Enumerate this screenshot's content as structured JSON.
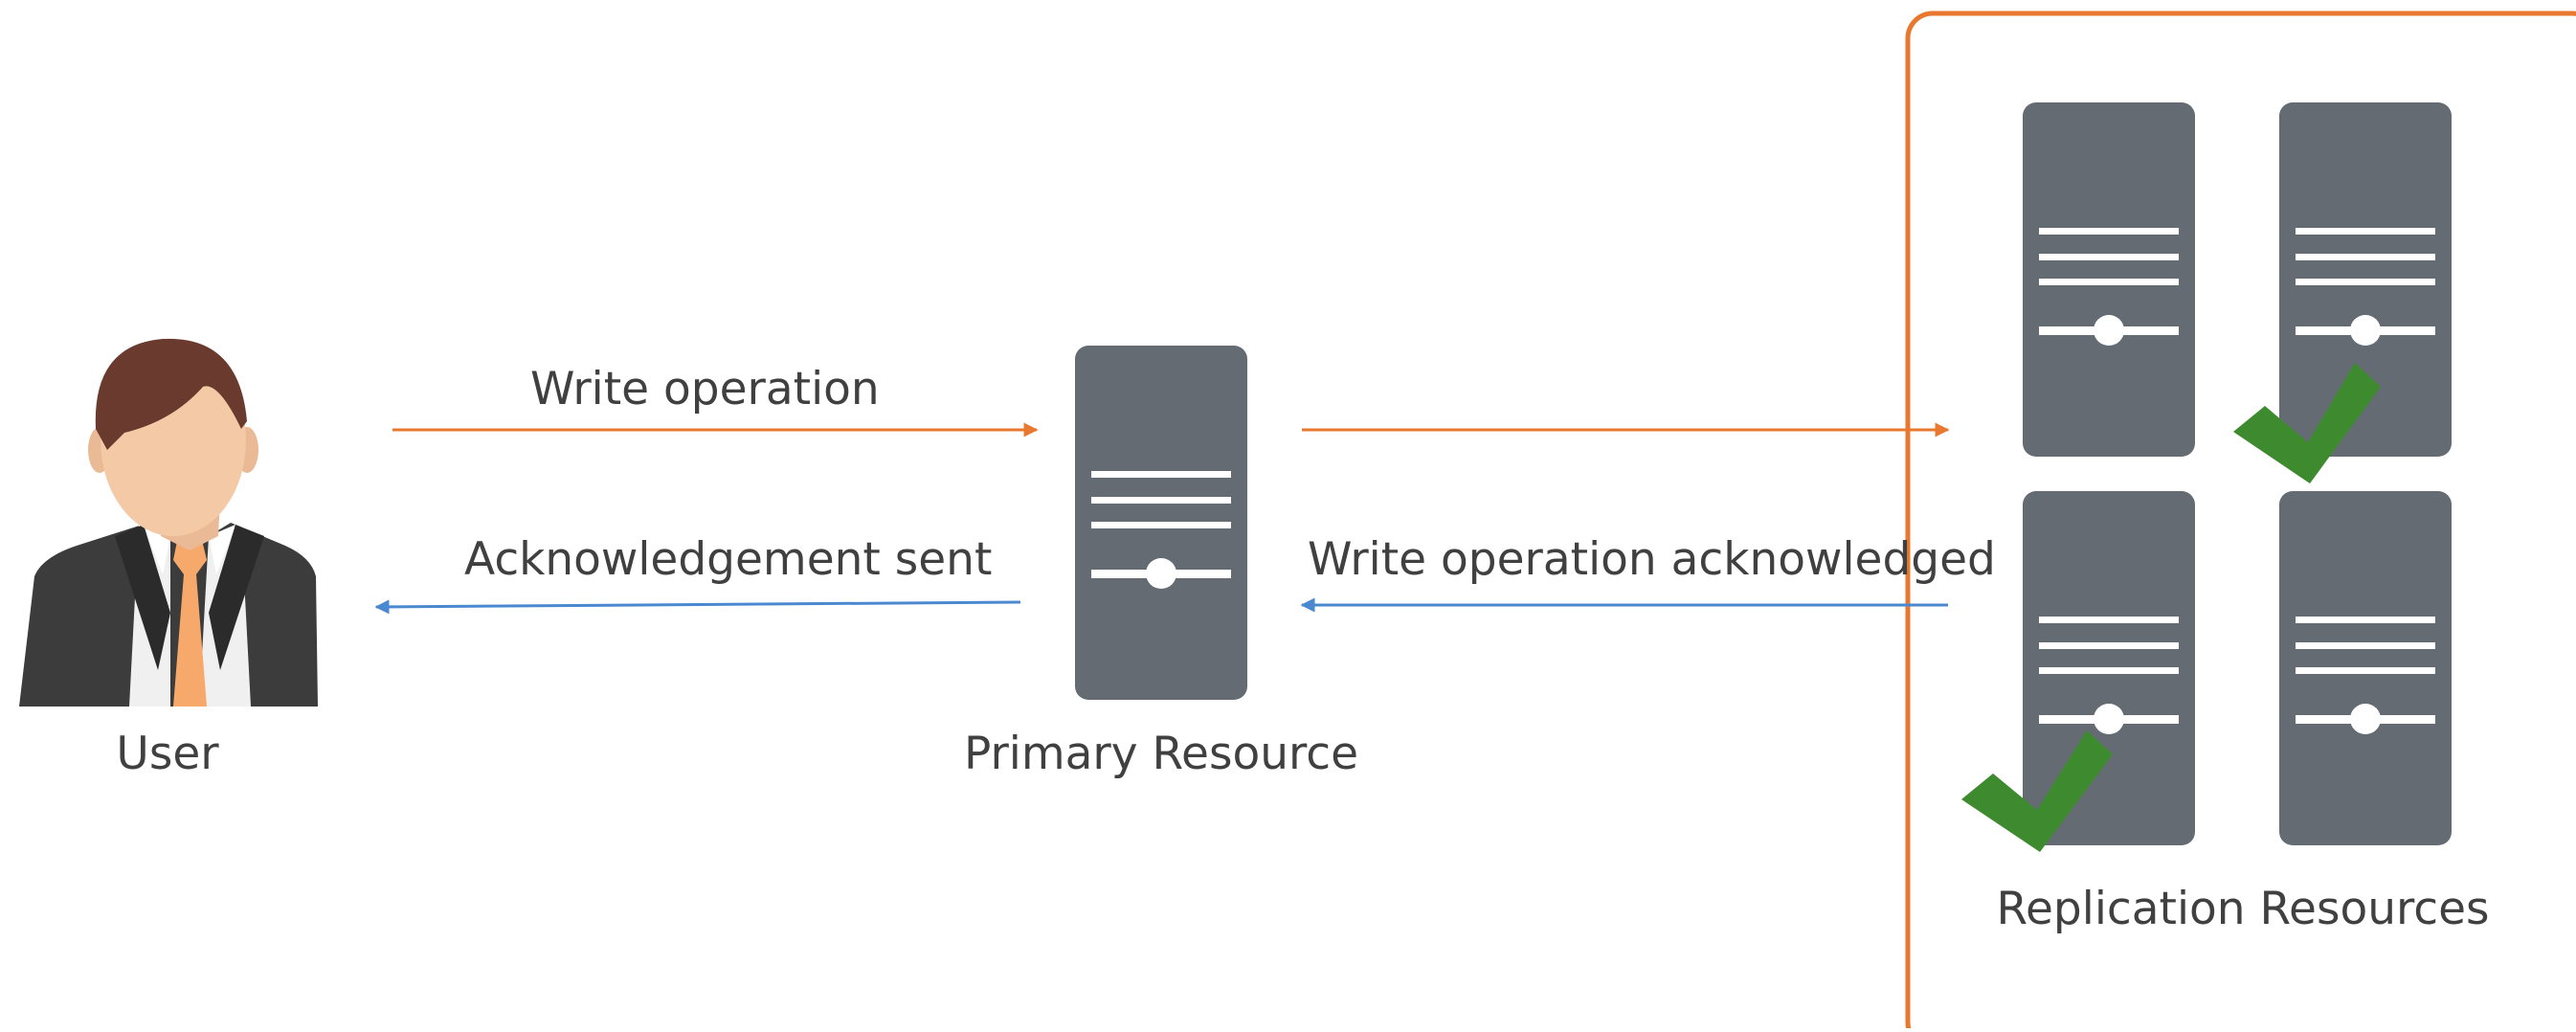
{
  "diagram": {
    "user_label": "User",
    "primary_label": "Primary Resource",
    "replication_label": "Replication Resources",
    "edges": {
      "write_operation": "Write operation",
      "acknowledgement_sent": "Acknowledgement sent",
      "write_acknowledged": "Write operation acknowledged"
    },
    "replication_servers": [
      {
        "position": "top-left",
        "acknowledged": false
      },
      {
        "position": "top-right",
        "acknowledged": true
      },
      {
        "position": "bottom-left",
        "acknowledged": true
      },
      {
        "position": "bottom-right",
        "acknowledged": false
      }
    ],
    "colors": {
      "write_arrow": "#E8782F",
      "ack_arrow": "#4A89D0",
      "group_border": "#E8782F",
      "server_body": "#656B73",
      "server_lines": "#ffffff",
      "check": "#3E8A2E",
      "text": "#404040",
      "suit": "#3C3C3C",
      "tie": "#F6A96B",
      "skin": "#F4C9A5",
      "hair": "#6B3A2E"
    }
  }
}
